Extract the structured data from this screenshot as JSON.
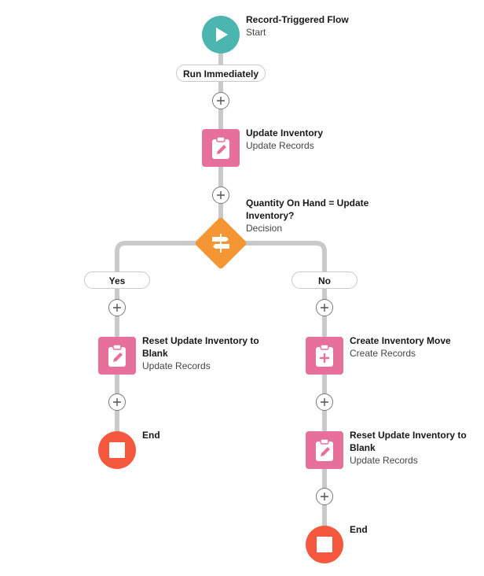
{
  "flow": {
    "start": {
      "title": "Record-Triggered Flow",
      "subtitle": "Start"
    },
    "run_path_label": "Run Immediately",
    "update_inventory": {
      "title": "Update Inventory",
      "subtitle": "Update Records"
    },
    "decision": {
      "title_line1": "Quantity On Hand = Update",
      "title_line2": "Inventory?",
      "subtitle": "Decision",
      "outcomes": [
        "Yes",
        "No"
      ]
    },
    "yes_branch": {
      "reset": {
        "title_line1": "Reset Update Inventory to",
        "title_line2": "Blank",
        "subtitle": "Update Records"
      },
      "end": {
        "title": "End"
      }
    },
    "no_branch": {
      "create_move": {
        "title": "Create Inventory Move",
        "subtitle": "Create Records"
      },
      "reset": {
        "title_line1": "Reset Update Inventory to",
        "title_line2": "Blank",
        "subtitle": "Update Records"
      },
      "end": {
        "title": "End"
      }
    }
  },
  "icons": {
    "start": "play-icon",
    "update_records": "clipboard-pencil-icon",
    "create_records": "clipboard-plus-icon",
    "decision": "decision-icon",
    "end": "stop-icon",
    "add": "plus-icon"
  },
  "colors": {
    "start": "#4bb5b0",
    "records": "#e7709a",
    "decision": "#f59635",
    "end": "#f4583f",
    "connector": "#c9c9c9"
  }
}
